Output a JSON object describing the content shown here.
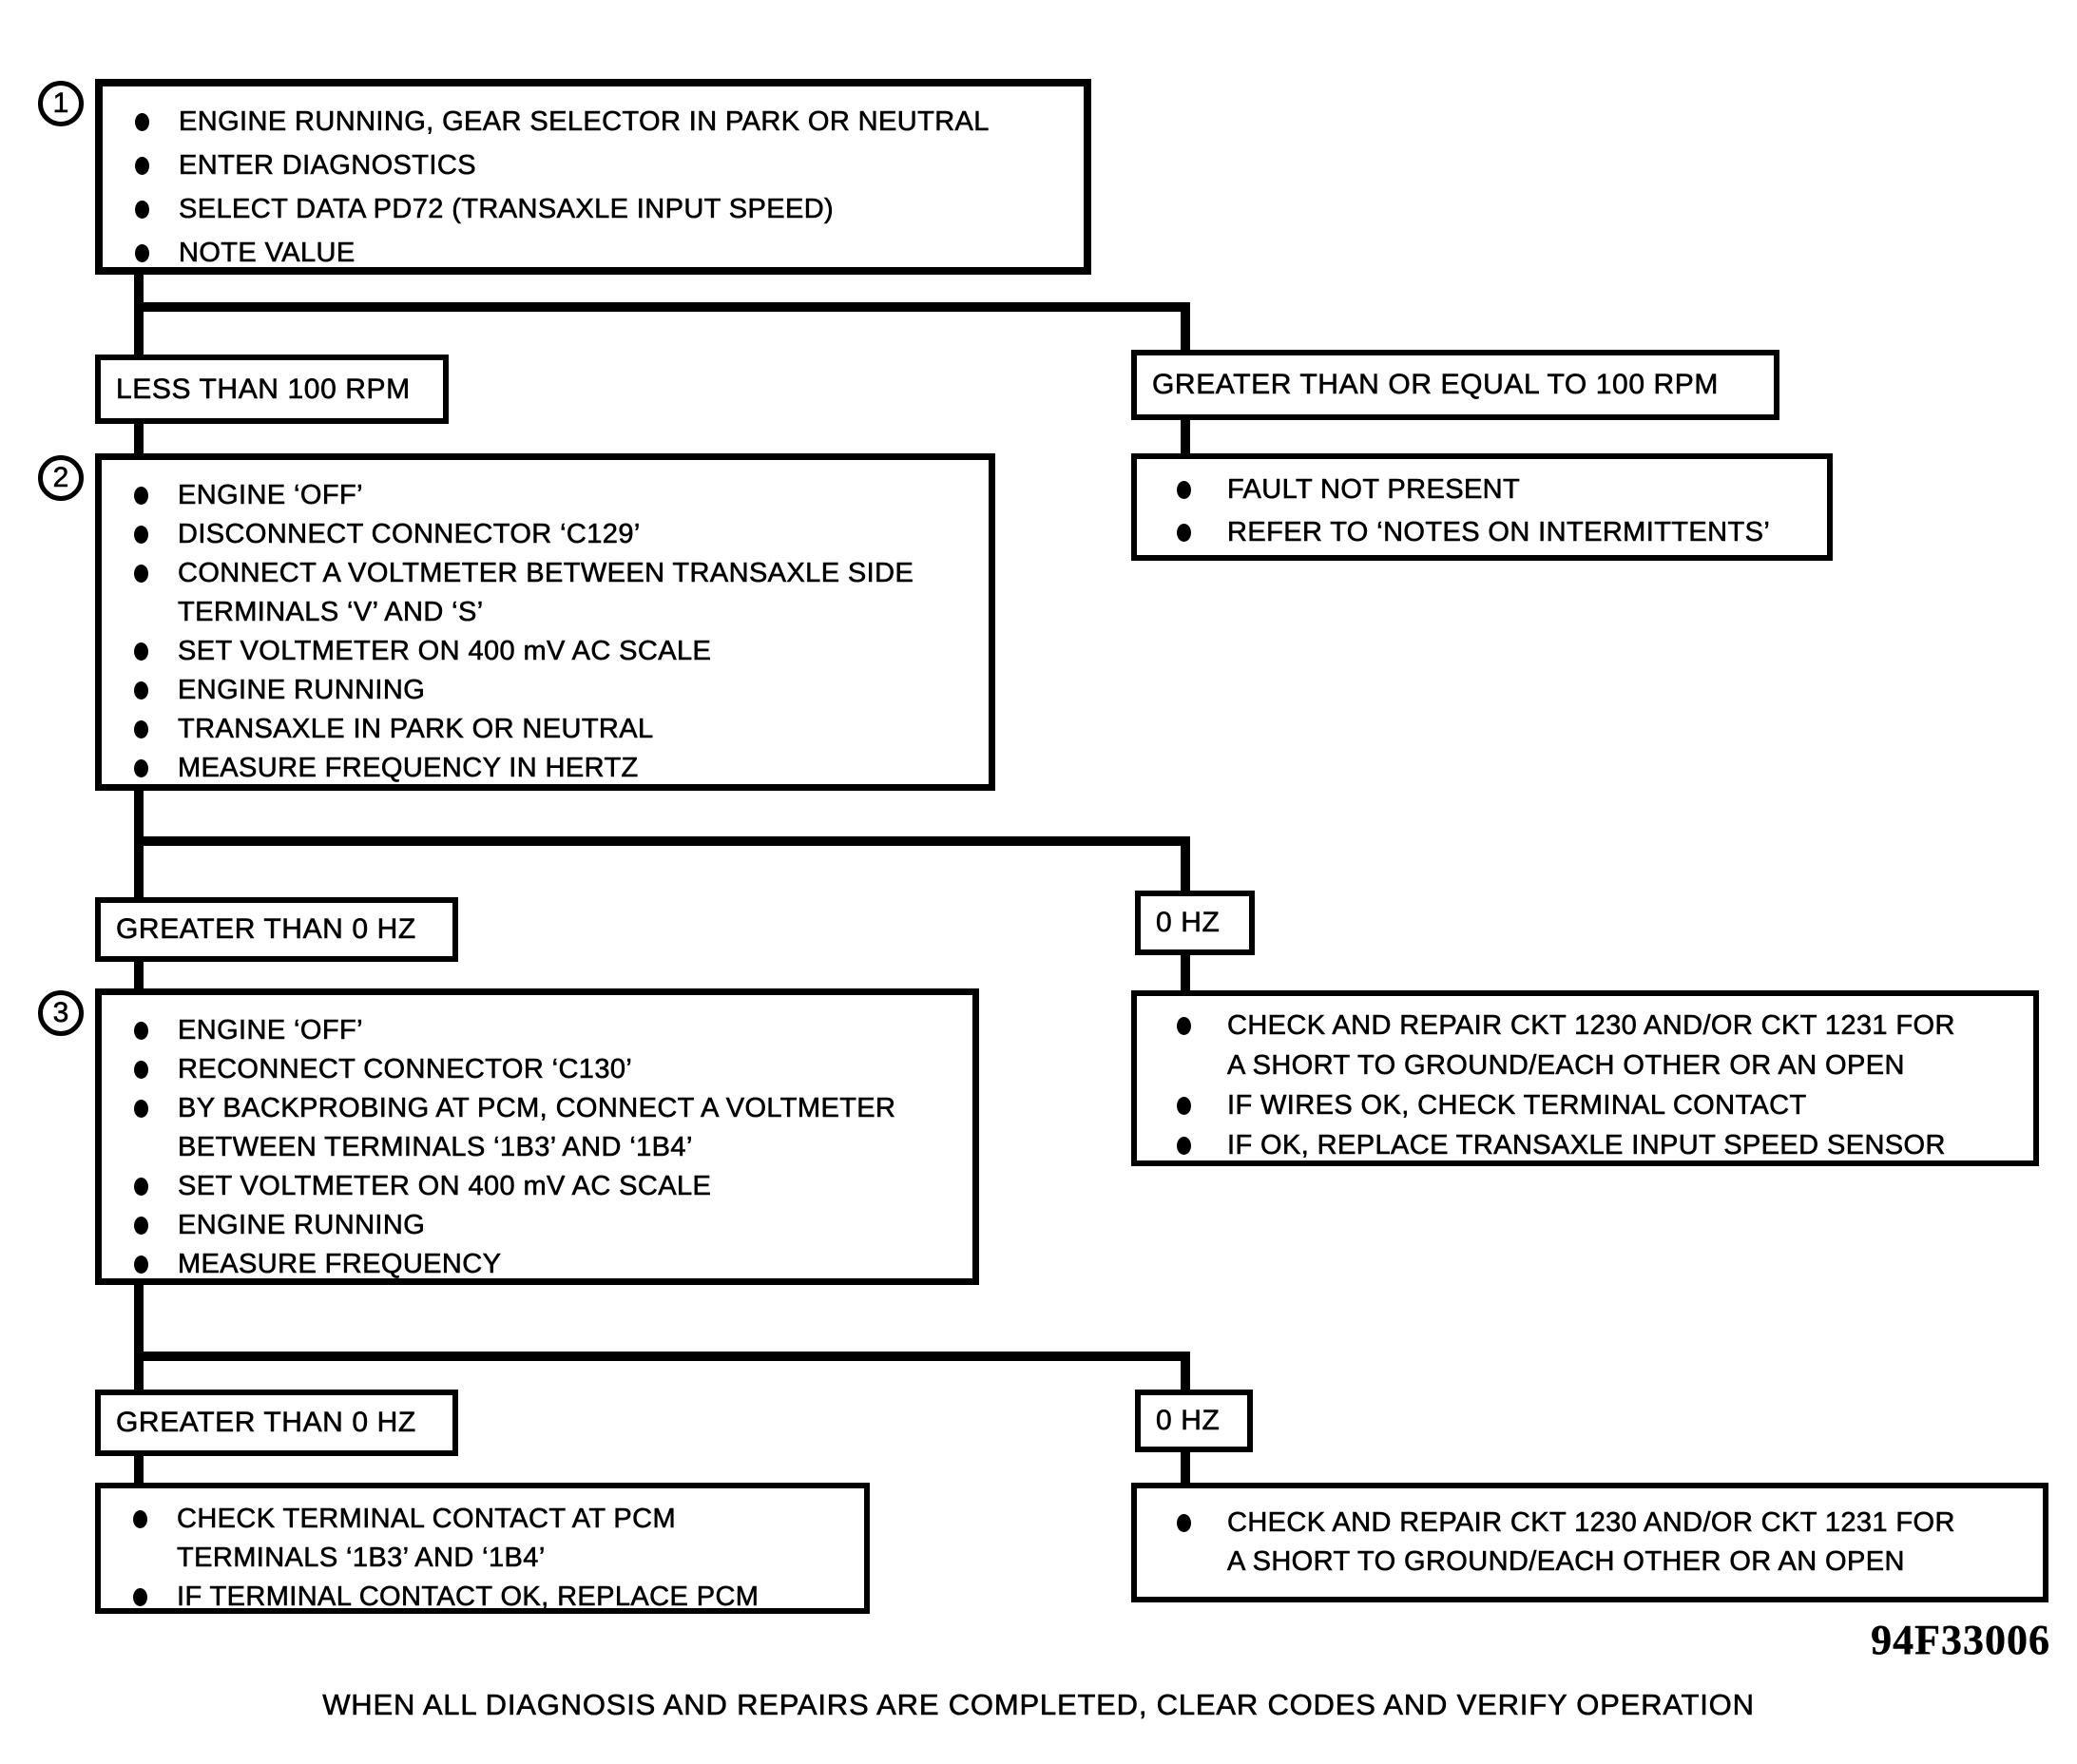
{
  "page": {
    "figure_code": "94F33006",
    "footer_note": "WHEN ALL DIAGNOSIS AND REPAIRS ARE COMPLETED, CLEAR CODES AND VERIFY OPERATION"
  },
  "steps": {
    "step1": {
      "number": "1",
      "rows": [
        {
          "pre": "ENGINE RUNNING, GEAR SELECTOR IN PARK OR NEUTRAL",
          "u": "",
          "post": ""
        },
        {
          "pre": "ENTER DIAGNOSTICS",
          "u": "",
          "post": ""
        },
        {
          "pre": "SELECT DATA PD72 (TRANSAXLE INPUT SPEED)",
          "u": "",
          "post": ""
        },
        {
          "pre": "NOTE VALUE",
          "u": "",
          "post": ""
        }
      ]
    },
    "step2": {
      "number": "2",
      "rows": [
        {
          "pre": "ENGINE ‘OFF’",
          "u": "",
          "post": ""
        },
        {
          "pre": "DISCONNECT CONNECTOR ‘C129’",
          "u": "",
          "post": ""
        },
        {
          "pre": "CONNECT A VOLTMETER BETWEEN TRANSAXLE SIDE",
          "u": "",
          "post": ""
        },
        {
          "pre": "TERMINALS ‘V’ AND ‘S’",
          "u": "",
          "post": ""
        },
        {
          "pre": "SET VOLTMETER ON 400 mV AC SCALE",
          "u": "",
          "post": ""
        },
        {
          "pre": "ENGINE RUNNING",
          "u": "",
          "post": ""
        },
        {
          "pre": "TRANSAXLE IN PARK OR NEUTRAL",
          "u": "",
          "post": ""
        },
        {
          "pre": "MEASURE ",
          "u": "FREQUENCY",
          "post": " IN HERTZ"
        }
      ]
    },
    "step3": {
      "number": "3",
      "rows": [
        {
          "pre": "ENGINE ‘OFF’",
          "u": "",
          "post": ""
        },
        {
          "pre": "RECONNECT CONNECTOR ‘C130’",
          "u": "",
          "post": ""
        },
        {
          "pre": "BY BACKPROBING AT PCM, CONNECT A VOLTMETER",
          "u": "",
          "post": ""
        },
        {
          "pre": "BETWEEN TERMINALS ‘1B3’ AND ‘1B4’",
          "u": "",
          "post": ""
        },
        {
          "pre": "SET VOLTMETER ON 400 mV AC SCALE",
          "u": "",
          "post": ""
        },
        {
          "pre": "ENGINE RUNNING",
          "u": "",
          "post": ""
        },
        {
          "pre": "MEASURE ",
          "u": "FREQUENCY",
          "post": ""
        }
      ]
    }
  },
  "branches": {
    "b1": {
      "left_label": "LESS THAN 100 RPM",
      "right_label": "GREATER THAN OR EQUAL TO 100 RPM"
    },
    "b2": {
      "left_label": "GREATER THAN 0 HZ",
      "right_label": "0 HZ"
    },
    "b3": {
      "left_label": "GREATER THAN 0 HZ",
      "right_label": "0 HZ"
    }
  },
  "outcomes": {
    "fault": {
      "rows": [
        {
          "pre": "FAULT NOT PRESENT",
          "u": "",
          "post": ""
        },
        {
          "pre": "REFER TO ‘NOTES ON INTERMITTENTS’",
          "u": "",
          "post": ""
        }
      ]
    },
    "ckt1": {
      "rows": [
        {
          "pre": "CHECK AND REPAIR CKT 1230 AND/OR CKT 1231 FOR",
          "u": "",
          "post": ""
        },
        {
          "pre": "A SHORT TO GROUND/EACH OTHER OR AN OPEN",
          "u": "",
          "post": ""
        },
        {
          "pre": "IF WIRES OK, CHECK TERMINAL CONTACT",
          "u": "",
          "post": ""
        },
        {
          "pre": "IF OK, REPLACE TRANSAXLE INPUT SPEED SENSOR",
          "u": "",
          "post": ""
        }
      ]
    },
    "pcm": {
      "rows": [
        {
          "pre": "CHECK TERMINAL CONTACT AT PCM",
          "u": "",
          "post": ""
        },
        {
          "pre": "TERMINALS ‘1B3’ AND ‘1B4’",
          "u": "",
          "post": ""
        },
        {
          "pre": "IF TERMINAL CONTACT OK, REPLACE PCM",
          "u": "",
          "post": ""
        }
      ]
    },
    "ckt2": {
      "rows": [
        {
          "pre": "CHECK AND REPAIR CKT 1230 AND/OR CKT 1231 FOR",
          "u": "",
          "post": ""
        },
        {
          "pre": "A SHORT TO GROUND/EACH OTHER OR AN OPEN",
          "u": "",
          "post": ""
        }
      ]
    }
  }
}
